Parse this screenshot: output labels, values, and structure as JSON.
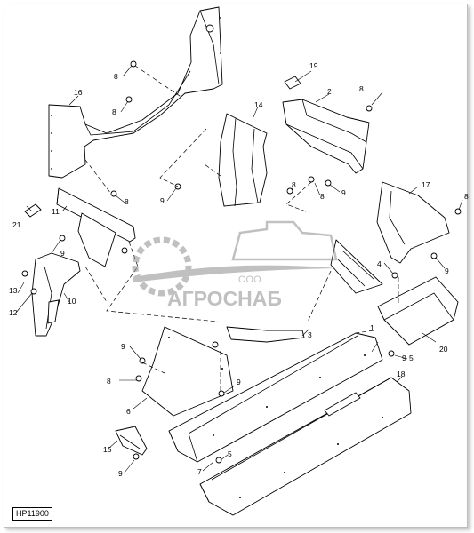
{
  "figure_code": "HP11900",
  "watermark": {
    "company_prefix": "ООО",
    "company_name": "АГРОСНАБ"
  },
  "callouts": [
    "1",
    "2",
    "3",
    "4",
    "5",
    "5",
    "6",
    "7",
    "8",
    "8",
    "8",
    "8",
    "8",
    "8",
    "8",
    "8",
    "9",
    "9",
    "9",
    "9",
    "9",
    "9",
    "9",
    "9",
    "10",
    "11",
    "12",
    "13",
    "14",
    "15",
    "16",
    "17",
    "18",
    "19",
    "20",
    "21"
  ],
  "colors": {
    "line": "#000000",
    "watermark": "#8e8e8e",
    "frame": "#bdbdbd"
  }
}
